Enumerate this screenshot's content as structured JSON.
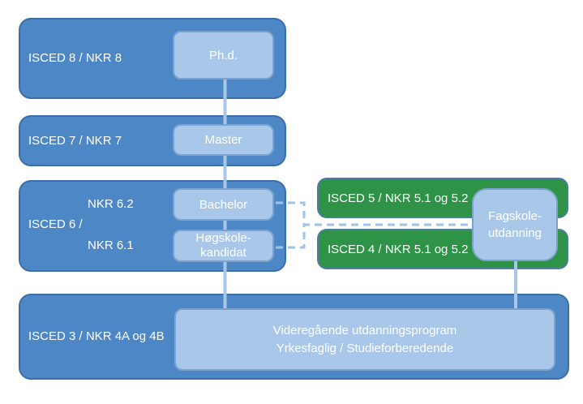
{
  "colors": {
    "band_blue_fill": "#4E87C5",
    "band_blue_border": "#3C6FA8",
    "inner_light_fill": "#A9C8E9",
    "inner_light_border": "#7BA3CD",
    "green_fill": "#2E9347",
    "green_border": "#4E7CA5",
    "connector_solid": "#A9C8E9",
    "connector_dashed": "#9EC3E6",
    "text": "#FFFFFF"
  },
  "levels": {
    "isced8": {
      "label": "ISCED 8 / NKR 8",
      "program": "Ph.d."
    },
    "isced7": {
      "label": "ISCED 7 / NKR 7",
      "program": "Master"
    },
    "isced6": {
      "label_main": "ISCED 6 /",
      "label_nkr62": "NKR 6.2",
      "label_nkr61": "NKR 6.1",
      "program_62": "Bachelor",
      "program_61_line1": "Høgskole-",
      "program_61_line2": "kandidat"
    },
    "isced5": {
      "label": "ISCED 5 / NKR 5.1 og 5.2"
    },
    "isced4": {
      "label": "ISCED 4 / NKR 5.1 og 5.2"
    },
    "fagskole": {
      "line1": "Fagskole-",
      "line2": "utdanning"
    },
    "isced3": {
      "label": "ISCED 3 / NKR 4A og 4B",
      "program_line1": "Videregående utdanningsprogram",
      "program_line2": "Yrkesfaglig / Studieforberedende"
    }
  }
}
